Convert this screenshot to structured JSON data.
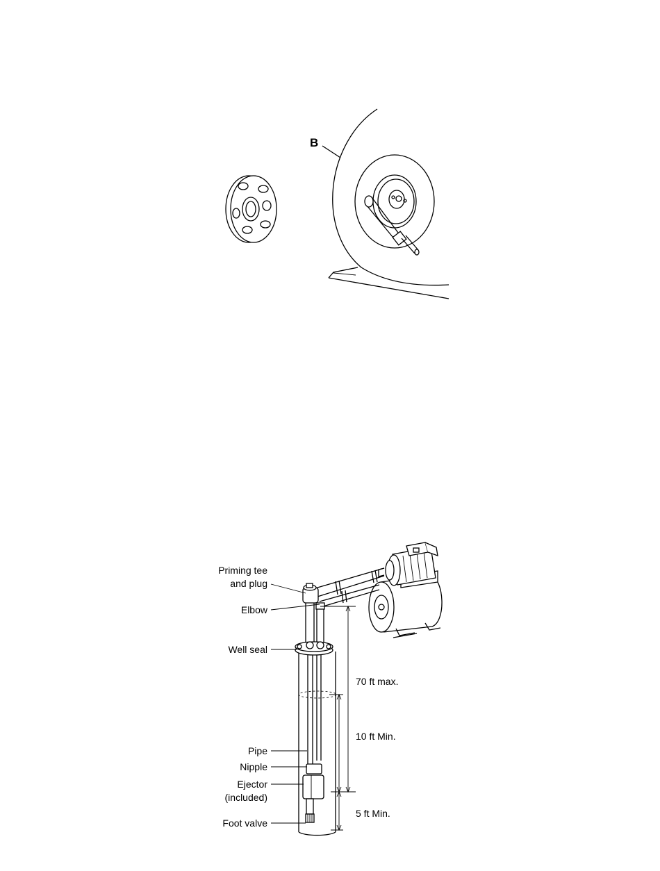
{
  "figure_top": {
    "callouts": {
      "tank": "B"
    }
  },
  "figure_bottom": {
    "labels": {
      "priming_tee_line1": "Priming tee",
      "priming_tee_line2": "and plug",
      "elbow": "Elbow",
      "well_seal": "Well seal",
      "pipe": "Pipe",
      "nipple": "Nipple",
      "ejector_line1": "Ejector",
      "ejector_line2": "(included)",
      "foot_valve": "Foot valve"
    },
    "dimensions": {
      "total_depth": "70 ft max.",
      "submersion": "10 ft Min.",
      "bottom_clearance": "5 ft Min."
    }
  }
}
